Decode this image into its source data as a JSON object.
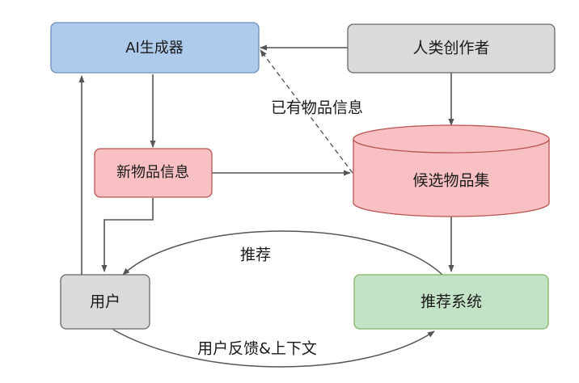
{
  "nodes": {
    "ai_generator": "AI生成器",
    "human_creator": "人类创作者",
    "new_item_info": "新物品信息",
    "candidate_set": "候选物品集",
    "user": "用户",
    "recommender": "推荐系统"
  },
  "edges": {
    "existing_item_info": "已有物品信息",
    "recommend": "推荐",
    "user_feedback_context": "用户反馈&上下文"
  },
  "colors": {
    "blue_fill": "#aecbeb",
    "blue_stroke": "#6c8ebf",
    "gray_fill": "#dadadb",
    "gray_stroke": "#666666",
    "red_fill": "#f8c0c2",
    "red_stroke": "#b85450",
    "green_fill": "#c3e3c6",
    "green_stroke": "#82b366",
    "edge": "#555555"
  }
}
